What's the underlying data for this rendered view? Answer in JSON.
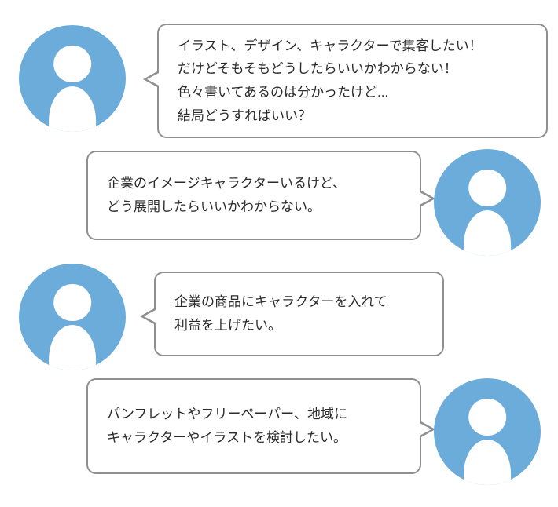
{
  "page": {
    "avatar_color": "#6CACDA",
    "bubble_border_color": "#8F8F8F",
    "bubble_background": "#FFFFFF",
    "text_color": "#2B2B2B"
  },
  "bubbles": [
    {
      "side": "left",
      "text": "イラスト、デザイン、キャラクターで集客したい！\nだけどそもそもどうしたらいいかわからない！\n色々書いてあるのは分かったけど...\n結局どうすればいい？"
    },
    {
      "side": "right",
      "text": "企業のイメージキャラクターいるけど、\nどう展開したらいいかわからない。"
    },
    {
      "side": "left",
      "text": "企業の商品にキャラクターを入れて\n利益を上げたい。"
    },
    {
      "side": "right",
      "text": "パンフレットやフリーペーパー、地域に\nキャラクターやイラストを検討したい。"
    }
  ]
}
